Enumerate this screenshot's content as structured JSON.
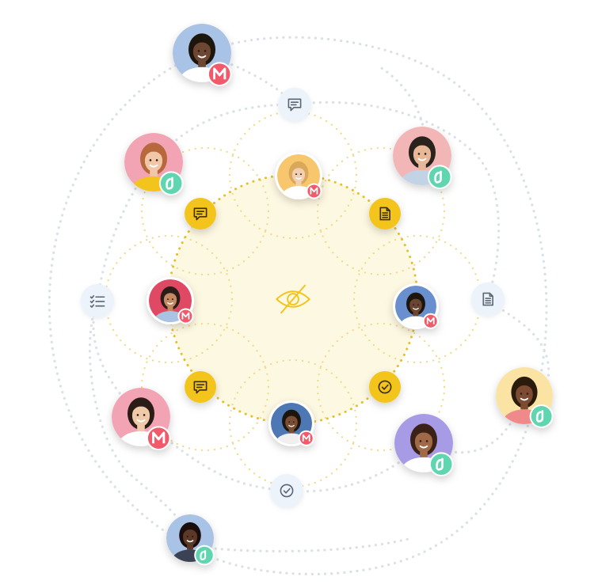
{
  "diagram": {
    "center_icon": "eye-slash-icon",
    "colors": {
      "hub_fill": "#fdf8e1",
      "hub_dots": "#e5bf2a",
      "inner_circle_dots": "#f0d98a",
      "yellow_badge": "#f2c41c",
      "yellow_icon": "#3d2e00",
      "outer_dots": "#d9e0e6",
      "outer_badge": "#edf3fb",
      "outer_icon": "#5a6673",
      "brand_red": "#f05a6b",
      "brand_green": "#5fd6b0"
    },
    "inner_avatars": [
      {
        "id": "woman-blonde",
        "bg": "#f7c66d",
        "skin": "#f3cfb2",
        "hair": "#d9a85a",
        "shirt": "#ffffff",
        "brand": "red"
      },
      {
        "id": "woman-curly",
        "bg": "#6a8fcf",
        "skin": "#6b4430",
        "hair": "#1f130c",
        "shirt": "#ffffff",
        "brand": "red"
      },
      {
        "id": "woman-glasses",
        "bg": "#4e78b4",
        "skin": "#7a4d36",
        "hair": "#1a120d",
        "shirt": "#f0f0f0",
        "brand": "red"
      },
      {
        "id": "man-smiling",
        "bg": "#e04a64",
        "skin": "#c48963",
        "hair": "#2a1d14",
        "shirt": "#a9c4e3",
        "brand": "red"
      }
    ],
    "inner_badges": [
      {
        "icon": "chat-icon"
      },
      {
        "icon": "document-icon"
      },
      {
        "icon": "check-circle-icon"
      },
      {
        "icon": "chat-icon"
      }
    ],
    "outer_avatars": [
      {
        "id": "woman-braids",
        "bg": "#a9c3e6",
        "skin": "#6e4631",
        "hair": "#1f140e",
        "shirt": "#ffffff",
        "brand": "red"
      },
      {
        "id": "man-beard",
        "bg": "#f3b6b6",
        "skin": "#e8b798",
        "hair": "#2a211b",
        "shirt": "#c3d3e6",
        "brand": "green"
      },
      {
        "id": "woman-afro",
        "bg": "#fbe3a4",
        "skin": "#7b4c33",
        "hair": "#2a1a10",
        "shirt": "#f08a8a",
        "brand": "green"
      },
      {
        "id": "woman-curly-glasses",
        "bg": "#a79be6",
        "skin": "#a06b4a",
        "hair": "#3a2416",
        "shirt": "#ffffff",
        "brand": "green"
      },
      {
        "id": "man-suit",
        "bg": "#a9c3e6",
        "skin": "#5b3726",
        "hair": "#1a100b",
        "shirt": "#3b4252",
        "brand": "green"
      },
      {
        "id": "woman-dark-hair",
        "bg": "#f3a4b4",
        "skin": "#f0caa8",
        "hair": "#2b1b12",
        "shirt": "#ffffff",
        "brand": "red"
      },
      {
        "id": "woman-red-hair",
        "bg": "#f3a4b4",
        "skin": "#f2c7a8",
        "hair": "#b8673d",
        "shirt": "#f2c41c",
        "brand": "green"
      }
    ],
    "outer_badges": [
      {
        "icon": "chat-icon"
      },
      {
        "icon": "document-icon"
      },
      {
        "icon": "check-circle-icon"
      },
      {
        "icon": "checklist-icon"
      }
    ]
  }
}
